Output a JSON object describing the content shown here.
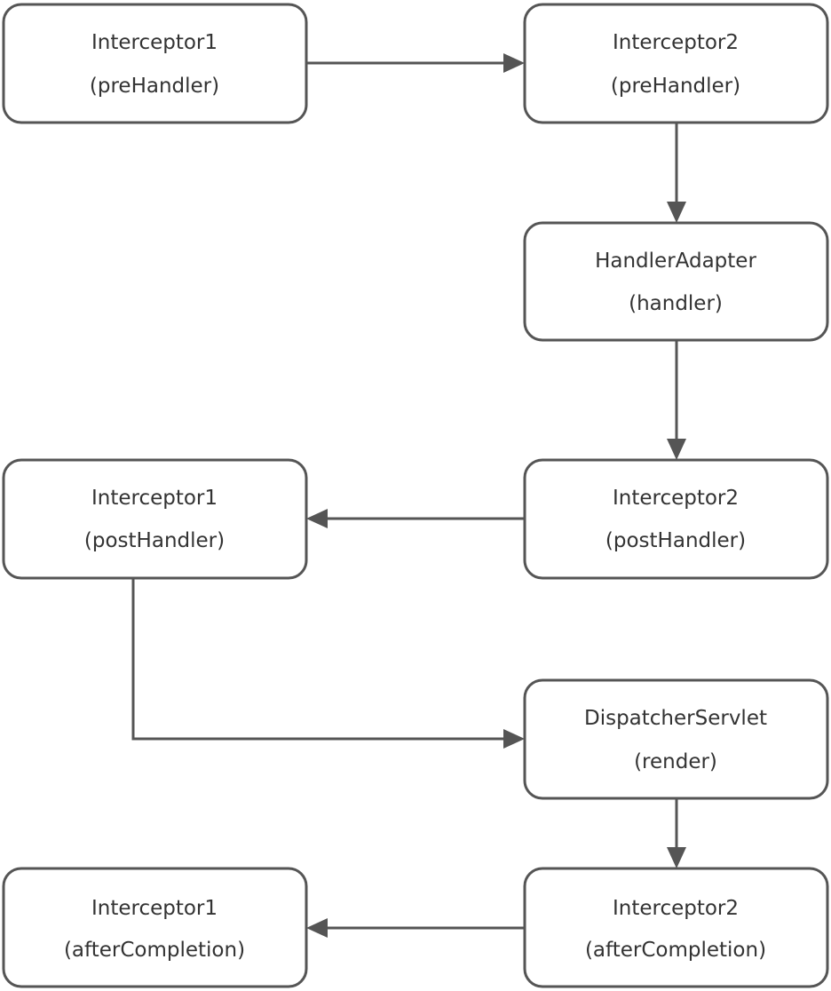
{
  "nodes": {
    "interceptor1_pre": {
      "line1": "Interceptor1",
      "line2": "(preHandler)"
    },
    "interceptor2_pre": {
      "line1": "Interceptor2",
      "line2": "(preHandler)"
    },
    "handler_adapter": {
      "line1": "HandlerAdapter",
      "line2": "(handler)"
    },
    "interceptor2_post": {
      "line1": "Interceptor2",
      "line2": "(postHandler)"
    },
    "interceptor1_post": {
      "line1": "Interceptor1",
      "line2": "(postHandler)"
    },
    "dispatcher_servlet": {
      "line1": "DispatcherServlet",
      "line2": "(render)"
    },
    "interceptor2_after": {
      "line1": "Interceptor2",
      "line2": "(afterCompletion)"
    },
    "interceptor1_after": {
      "line1": "Interceptor1",
      "line2": "(afterCompletion)"
    }
  },
  "edges": [
    {
      "from": "interceptor1_pre",
      "to": "interceptor2_pre"
    },
    {
      "from": "interceptor2_pre",
      "to": "handler_adapter"
    },
    {
      "from": "handler_adapter",
      "to": "interceptor2_post"
    },
    {
      "from": "interceptor2_post",
      "to": "interceptor1_post"
    },
    {
      "from": "interceptor1_post",
      "to": "dispatcher_servlet"
    },
    {
      "from": "dispatcher_servlet",
      "to": "interceptor2_after"
    },
    {
      "from": "interceptor2_after",
      "to": "interceptor1_after"
    }
  ],
  "colors": {
    "stroke": "#555555",
    "text": "#333333",
    "background": "#ffffff"
  }
}
